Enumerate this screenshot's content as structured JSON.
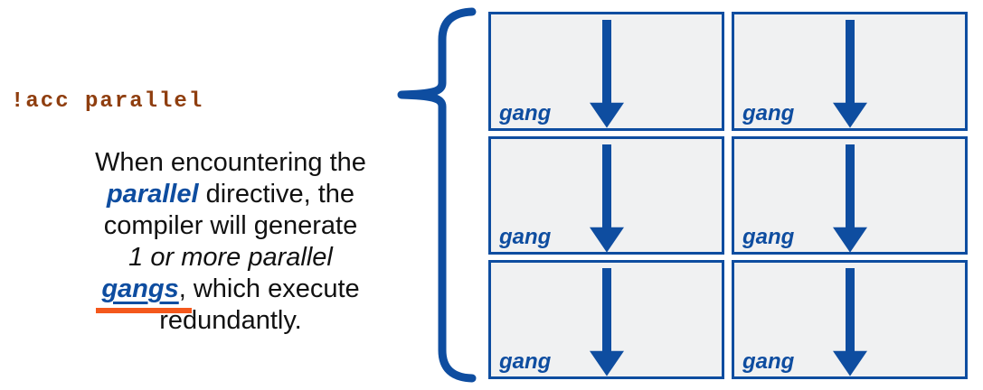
{
  "slide": {
    "code_label": "!acc parallel",
    "paragraph": {
      "line1": "When encountering the",
      "parallel_word": "parallel",
      "line2_rest": " directive, the",
      "line3": "compiler will generate",
      "line4": "1 or more parallel",
      "gangs_word": "gangs",
      "line5_rest": ", which execute",
      "line6": "redundantly."
    }
  },
  "diagram": {
    "brace": "left-curly-brace",
    "grid": {
      "rows": 3,
      "cols": 2,
      "cells": [
        {
          "label": "gang"
        },
        {
          "label": "gang"
        },
        {
          "label": "gang"
        },
        {
          "label": "gang"
        },
        {
          "label": "gang"
        },
        {
          "label": "gang"
        }
      ]
    }
  },
  "colors": {
    "blue": "#0E4DA0",
    "box_bg": "#F0F1F2",
    "code_brown": "#8F3E0F",
    "orange": "#F4581C",
    "text": "#111111",
    "page_bg": "#FFFFFF"
  }
}
